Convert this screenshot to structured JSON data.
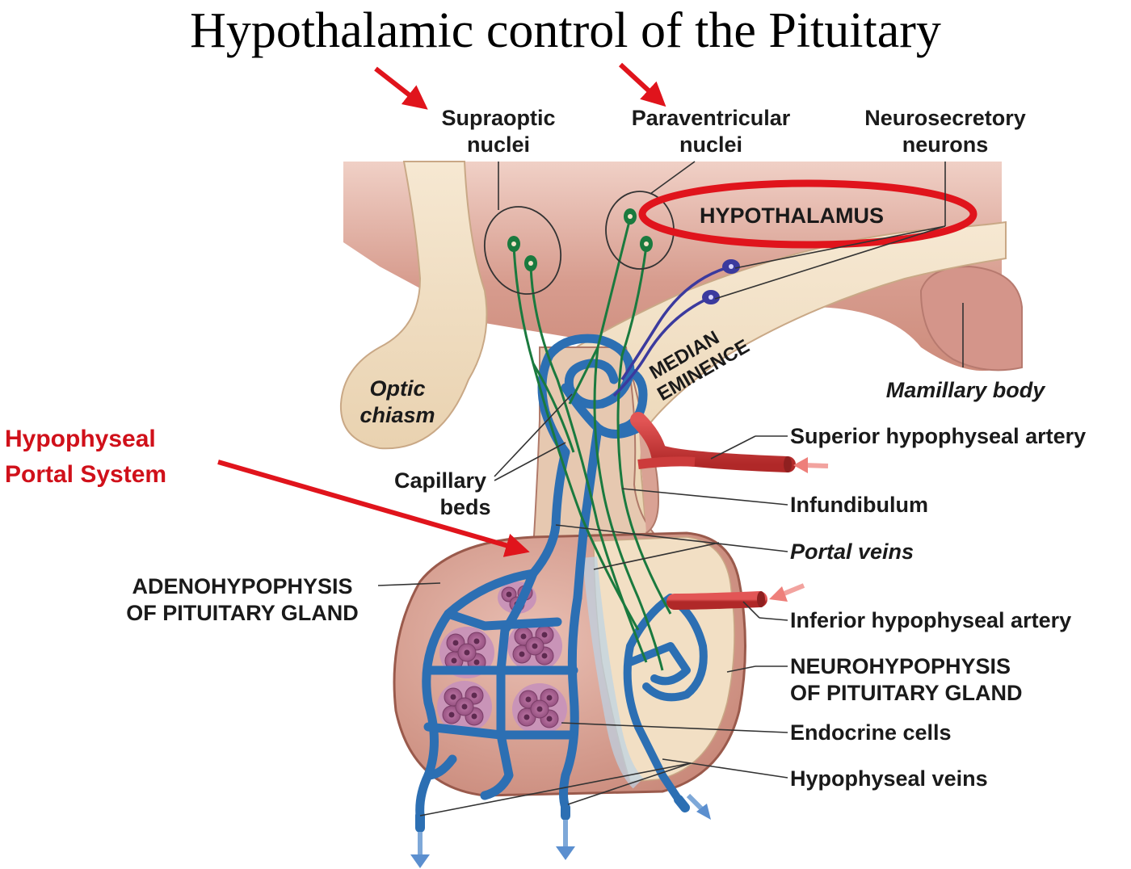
{
  "title": "Hypothalamic control of the Pituitary",
  "labels": {
    "supraoptic_1": "Supraoptic",
    "supraoptic_2": "nuclei",
    "paraventricular_1": "Paraventricular",
    "paraventricular_2": "nuclei",
    "neurosecretory_1": "Neurosecretory",
    "neurosecretory_2": "neurons",
    "hypothalamus": "HYPOTHALAMUS",
    "median_1": "MEDIAN",
    "median_2": "EMINENCE",
    "optic_1": "Optic",
    "optic_2": "chiasm",
    "mamillary": "Mamillary body",
    "portal_system_1": "Hypophyseal",
    "portal_system_2": "Portal System",
    "capillary_1": "Capillary",
    "capillary_2": "beds",
    "superior_artery": "Superior hypophyseal artery",
    "infundibulum": "Infundibulum",
    "portal_veins": "Portal veins",
    "adeno_1": "ADENOHYPOPHYSIS",
    "adeno_2": "OF PITUITARY GLAND",
    "inferior_artery": "Inferior hypophyseal artery",
    "neuro_1": "NEUROHYPOPHYSIS",
    "neuro_2": "OF PITUITARY GLAND",
    "endocrine": "Endocrine cells",
    "hypophyseal_veins": "Hypophyseal veins"
  },
  "colors": {
    "hypothalamus_tissue": "#d9a294",
    "hypothalamus_dark": "#c07a6c",
    "beige_tissue": "#f1dfc2",
    "gland_pink": "#dca79a",
    "vein_blue": "#2c6fb3",
    "vein_light": "#4c93dd",
    "artery_red": "#cc3b3b",
    "nerve_green": "#1a7a3e",
    "nerve_purple": "#3b3a9e",
    "endocrine_purple": "#a2578e",
    "highlight_red": "#e0141c"
  }
}
